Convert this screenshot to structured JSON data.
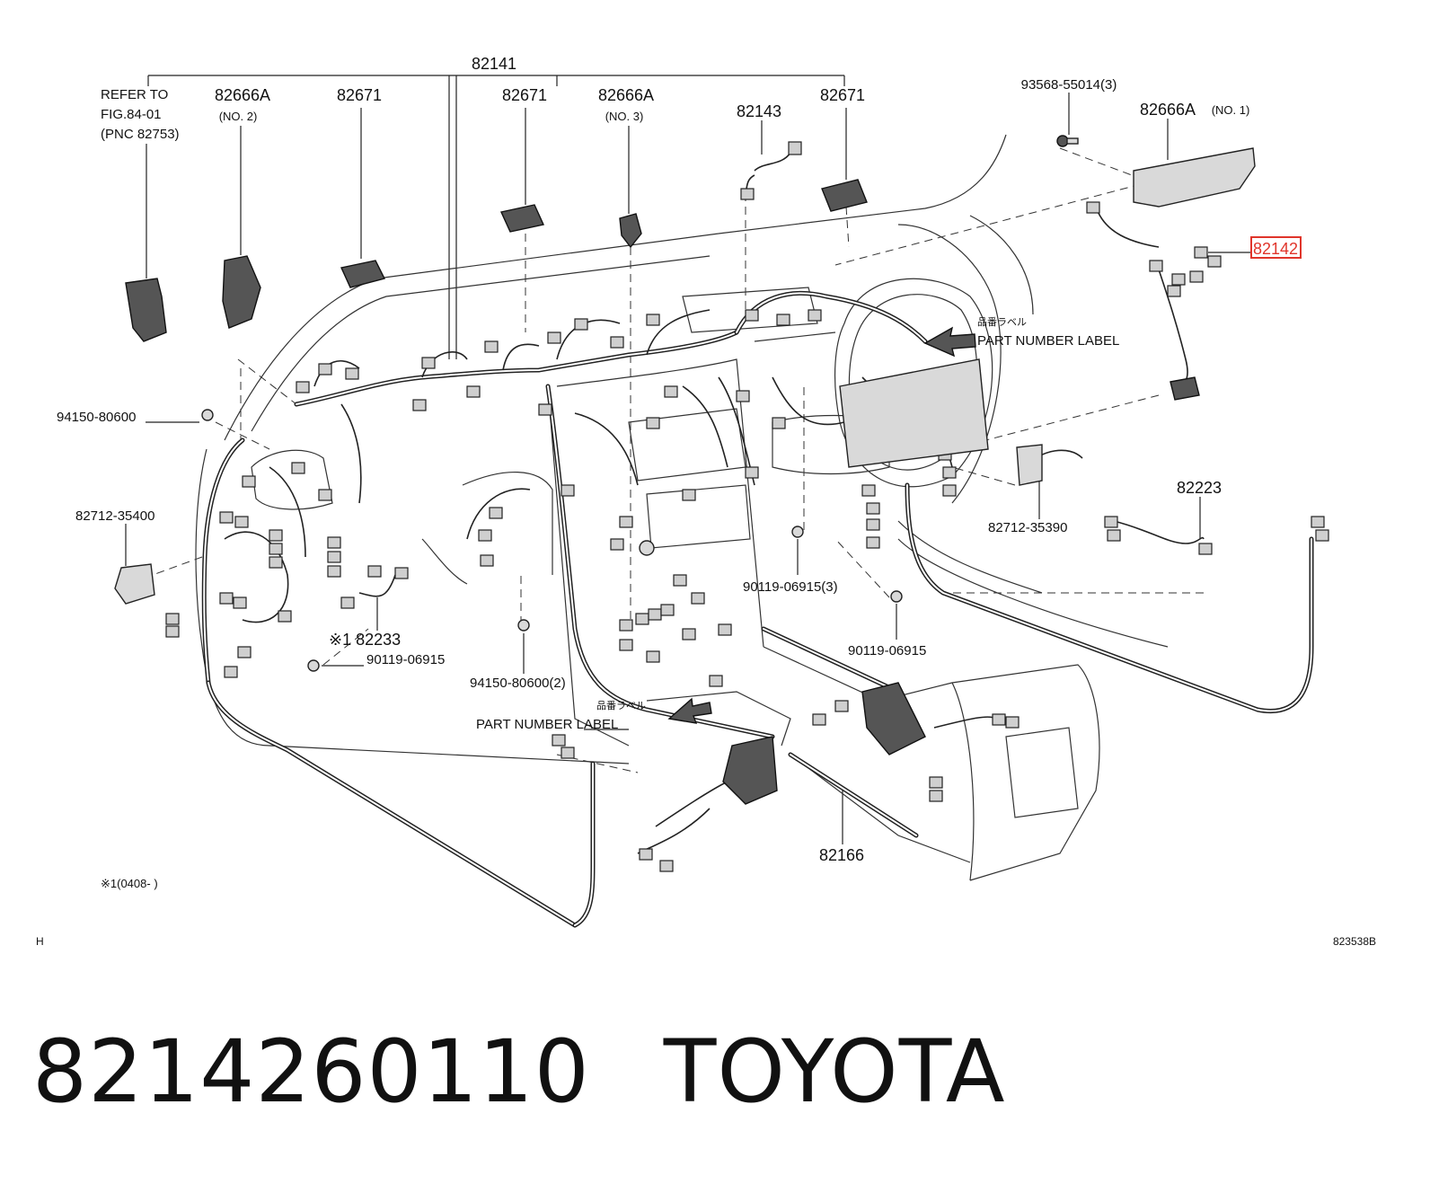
{
  "diagram": {
    "labels": {
      "p82141": "82141",
      "refer1": "REFER TO",
      "refer2": "FIG.84-01",
      "refer3": "(PNC 82753)",
      "p82666a_no2": "82666A",
      "no2": "(NO. 2)",
      "p82671_a": "82671",
      "p82671_b": "82671",
      "p82666a_no3": "82666A",
      "no3": "(NO. 3)",
      "p82143": "82143",
      "p82671_c": "82671",
      "p93568": "93568-55014(3)",
      "p82666a_no1": "82666A",
      "no1": "(NO. 1)",
      "p82142": "82142",
      "jp_label_1": "品番ラベル",
      "pnl_1": "PART NUMBER LABEL",
      "p94150_a": "94150-80600",
      "p82712_35400": "82712-35400",
      "p82712_35390": "82712-35390",
      "p82223": "82223",
      "p90119_3": "90119-06915(3)",
      "p90119_b": "90119-06915",
      "p90119_c": "90119-06915",
      "p82233": "※1 82233",
      "p94150_2": "94150-80600(2)",
      "jp_label_2": "品番ラベル",
      "pnl_2": "PART NUMBER LABEL",
      "p82166": "82166",
      "note1": "※1(0408-      )",
      "corner_left": "H",
      "corner_right": "823538B"
    },
    "highlight_color": "#e0352b"
  },
  "footer": {
    "part_number": "8214260110",
    "brand": "TOYOTA"
  }
}
